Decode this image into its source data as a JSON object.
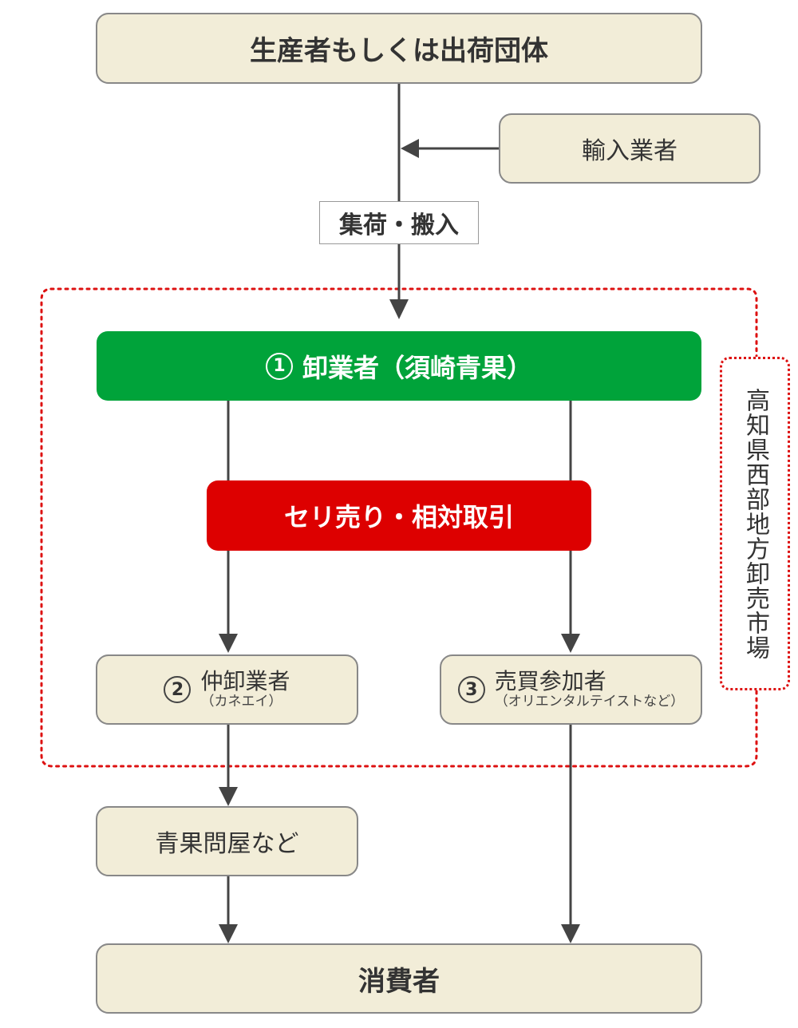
{
  "nodes": {
    "producer": "生産者もしくは出荷団体",
    "importer": "輸入業者",
    "collect_label": "集荷・搬入",
    "wholesaler": {
      "num": "1",
      "label": "卸業者（須崎青果）"
    },
    "auction": "セリ売り・相対取引",
    "intermediate": {
      "num": "2",
      "label": "仲卸業者",
      "sub": "（カネエイ）"
    },
    "buyer": {
      "num": "3",
      "label": "売買参加者",
      "sub": "（オリエンタルテイストなど）"
    },
    "distributor": "青果問屋など",
    "consumer": "消費者"
  },
  "market_label": "高知県西部地方卸売市場",
  "colors": {
    "green": "#00a33a",
    "red": "#dd0000",
    "cream": "#f2edd8",
    "dotted_border": "#dd1111",
    "line": "#444444"
  }
}
